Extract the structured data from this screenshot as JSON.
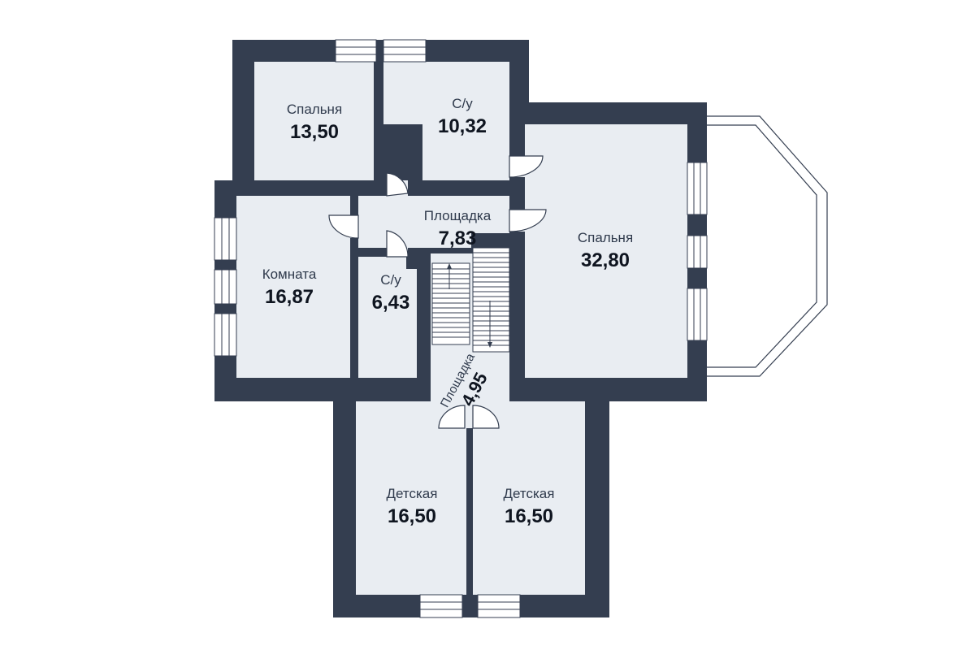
{
  "floor_plan": {
    "rooms": [
      {
        "id": "bedroom-1",
        "name": "Спальня",
        "area": "13,50"
      },
      {
        "id": "bathroom-1",
        "name": "С/у",
        "area": "10,32"
      },
      {
        "id": "bedroom-2",
        "name": "Спальня",
        "area": "32,80"
      },
      {
        "id": "landing-1",
        "name": "Площадка",
        "area": "7,83"
      },
      {
        "id": "room",
        "name": "Комната",
        "area": "16,87"
      },
      {
        "id": "bathroom-2",
        "name": "С/у",
        "area": "6,43"
      },
      {
        "id": "landing-2",
        "name": "Площадка",
        "area": "4,95"
      },
      {
        "id": "kids-1",
        "name": "Детская",
        "area": "16,50"
      },
      {
        "id": "kids-2",
        "name": "Детская",
        "area": "16,50"
      }
    ]
  }
}
